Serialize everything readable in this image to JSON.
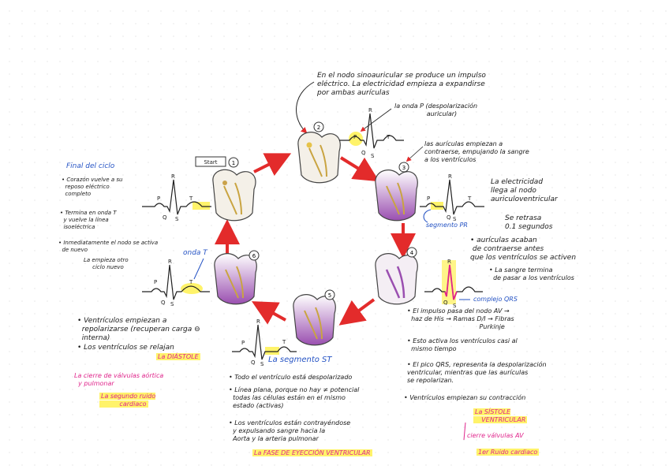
{
  "notes": {
    "top": "En el nodo sinoauricular se produce un impulso\neléctrico. La electricidad empieza a expandirse\npor ambas aurículas",
    "onda_p": "la onda P (despolarización\n                auricular)",
    "auriculas_contraer": "las aurículas empiezan a\ncontraerse, empujando la sangre\na los ventrículos",
    "nodo_av": "La electricidad\nllega al nodo\nauriculoventricular",
    "retrasa": "Se retrasa\n0.1 segundos",
    "acaban": "• aurículas acaban\n de contraerse antes\nque los ventrículos se activen",
    "sangre_termina": "• La sangre termina\n  de pasar a los ventrículos",
    "segmento_pr": "segmento PR",
    "complejo_qrs": "complejo QRS",
    "impulso_av": "• El impulso pasa del nodo AV →\n  haz de His → Ramas D/I → Fibras\n                                    Purkinje",
    "activa_ventriculos": "• Esto activa los ventrículos casi al\n  mismo tiempo",
    "pico_qrs": "• El pico QRS, representa la despolarización\nventricular, mientras que las aurículas\nse repolarizan.",
    "ventriculos_contraccion": "• Ventrículos empiezan su contracción",
    "sistole": "La SÍSTOLE\n    VENTRICULAR",
    "cierre_av": "cierre válvulas AV",
    "primer_ruido": "1er Ruido cardiaco",
    "final_ciclo": "Final del ciclo",
    "corazon_vuelve": "• Corazón vuelve a su\n  reposo eléctrico\n  completo",
    "termina_onda_t": "• Termina en onda T\n  y vuelve la línea\n  isoeléctrica",
    "inmediatamente": "• Inmediatamente el nodo se activa\n  de nuevo",
    "empieza_ciclo": "La empieza otro\n     ciclo nuevo",
    "onda_t": "onda T",
    "repolarizarse": "• Ventrículos empiezan a\n  repolarizarse (recuperan carga ⊖\n  interna)",
    "relajan": "• Los ventrículos se relajan",
    "diastole": "La DIÁSTOLE",
    "cierre_aortica": "La cierre de válvulas aórtica\n  y pulmonar",
    "segundo_ruido": "La segundo ruido\n          cardiaco",
    "segmento_st": "La segmento ST",
    "despolarizado": "• Todo el ventrículo está despolarizado",
    "linea_plana": "• Línea plana, porque no hay ≠ potencial\n  todas las células están en el mismo\n  estado (activas)",
    "contrayendose": "• Los ventrículos están contrayéndose\n  y expulsando sangre hacia la\n  Aorta y la arteria pulmonar",
    "fase_eyeccion": "La FASE DE EYECCIÓN VENTRICULAR"
  },
  "diagram": {
    "start_label": "Start",
    "step_numbers": [
      "1",
      "2",
      "3",
      "4",
      "5",
      "6"
    ],
    "ecg_letters": {
      "p": "P",
      "q": "Q",
      "r": "R",
      "s": "S",
      "t": "T"
    }
  },
  "colors": {
    "arrow": "#e32b2b",
    "highlight": "#fff36a",
    "purple": "#9a4fb0",
    "pink": "#e0248b",
    "blue": "#2553c4"
  }
}
